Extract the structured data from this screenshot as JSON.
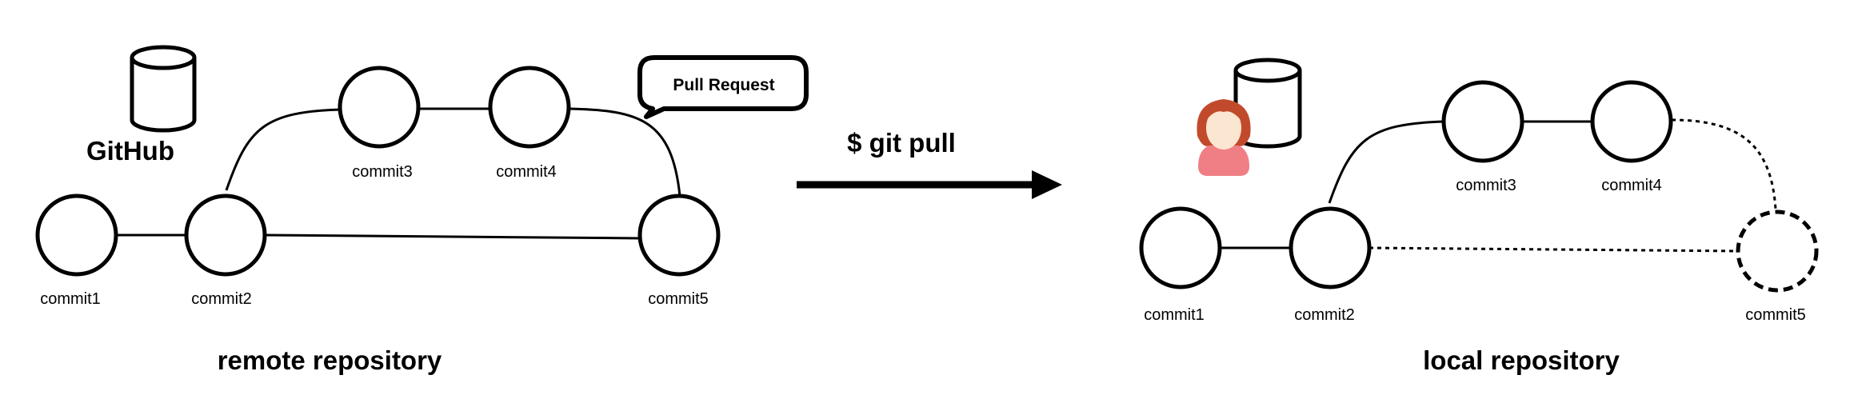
{
  "remote": {
    "brand": "GitHub",
    "caption": "remote repository",
    "callout": "Pull Request",
    "commits": [
      "commit1",
      "commit2",
      "commit3",
      "commit4",
      "commit5"
    ]
  },
  "arrow": {
    "command": "$ git pull"
  },
  "local": {
    "caption": "local repository",
    "commits": [
      "commit1",
      "commit2",
      "commit3",
      "commit4",
      "commit5"
    ]
  },
  "icons": {
    "repository": "database-icon",
    "user": "user-avatar-icon"
  },
  "colors": {
    "line": "#000000",
    "user_hair": "#c24a2c",
    "user_body": "#f07f85",
    "user_face": "#fbe6d2"
  }
}
